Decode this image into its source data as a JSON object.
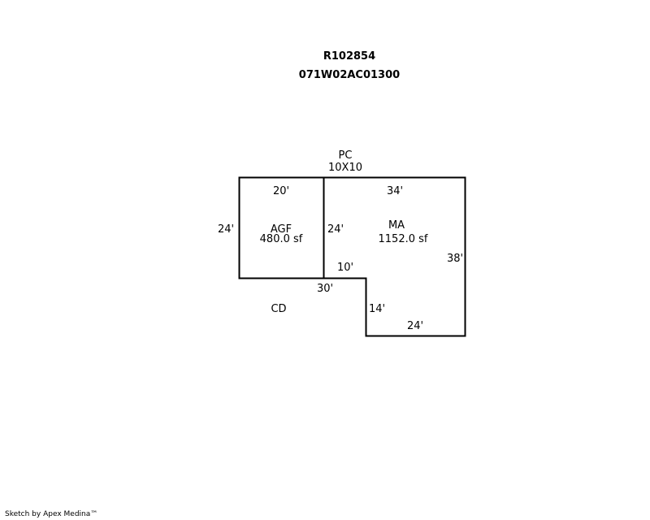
{
  "header": {
    "account_id": "R102854",
    "map_tax_lot": "071W02AC01300"
  },
  "areas": {
    "pc": {
      "code": "PC",
      "size": "10X10"
    },
    "agf": {
      "code": "AGF",
      "area": "480.0 sf"
    },
    "ma": {
      "code": "MA",
      "area": "1152.0 sf"
    },
    "cd": {
      "code": "CD"
    }
  },
  "dimensions": {
    "agf_top": "20'",
    "agf_left": "24'",
    "agf_right": "24'",
    "ma_top": "34'",
    "ma_right": "38'",
    "ma_bottom": "24'",
    "notch_vertical_top": "10'",
    "notch_horizontal": "30'",
    "notch_vertical_bottom": "14'"
  },
  "footer": {
    "credit": "Sketch by Apex Medina™"
  },
  "colors": {
    "line": "#000000",
    "background": "#ffffff"
  }
}
